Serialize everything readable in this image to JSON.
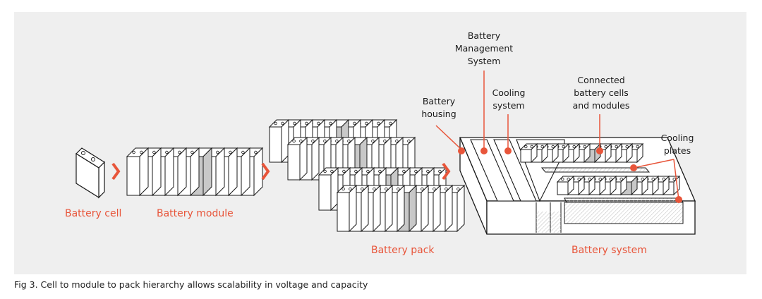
{
  "labels": {
    "battery_cell": "Battery cell",
    "battery_module": "Battery module",
    "battery_pack": "Battery pack",
    "battery_system": "Battery system"
  },
  "callouts": {
    "bms": [
      "Battery",
      "Management",
      "System"
    ],
    "housing": [
      "Battery",
      "housing"
    ],
    "cooling_system": [
      "Cooling",
      "system"
    ],
    "connected": [
      "Connected",
      "battery cells",
      "and modules"
    ],
    "cooling_plates": [
      "Cooling",
      "plates"
    ]
  },
  "caption": "Fig 3. Cell to module to pack hierarchy allows scalability in voltage and capacity",
  "colors": {
    "accent": "#e8553a",
    "panel_bg": "#efefef",
    "outline": "#1a1a1a",
    "cell_fill": "#ffffff",
    "separator_fill": "#c8c8c8"
  }
}
